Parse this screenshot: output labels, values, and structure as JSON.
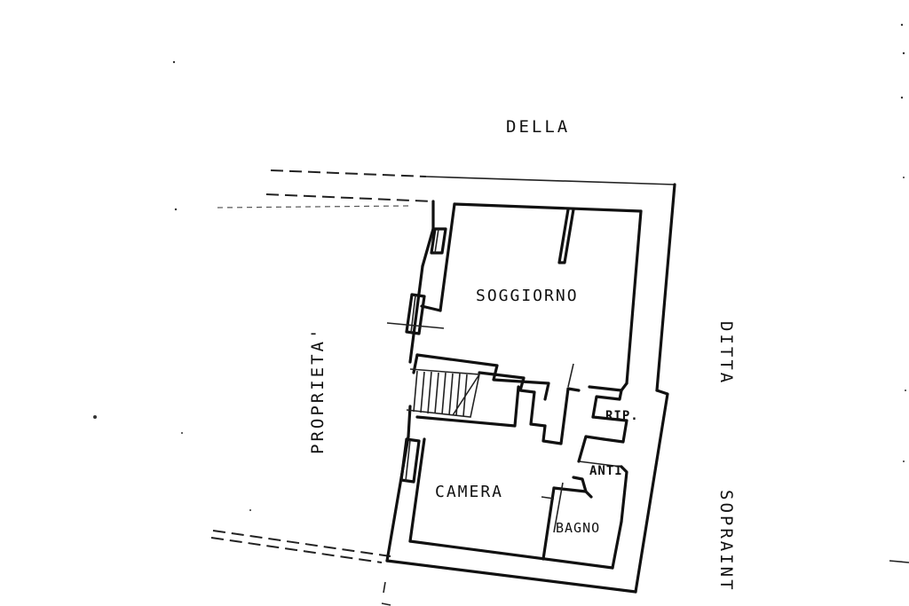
{
  "labels": {
    "top": "DELLA",
    "left_vertical": "PROPRIETA'",
    "right_upper_vertical": "DITTA",
    "right_lower_vertical": "SOPRAINT"
  },
  "rooms": {
    "living": "SOGGIORNO",
    "bedroom": "CAMERA",
    "bathroom": "BAGNO",
    "closet": "RIP.",
    "antibath": "ANTI"
  },
  "colors": {
    "ink": "#111111",
    "paper": "#ffffff"
  }
}
